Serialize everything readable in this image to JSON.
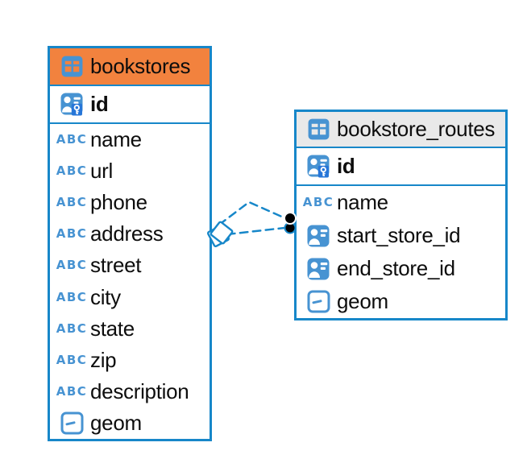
{
  "colors": {
    "accent": "#1787C9",
    "icon_blue": "#4793D2",
    "key_badge_blue": "#2776D8",
    "text": "#0d0d0d",
    "canvas_bg": "#ffffff",
    "marker_black": "#000000"
  },
  "icons": {
    "text_type_label": "ABC"
  },
  "tables": [
    {
      "name": "bookstores",
      "header_bg": "#F2823E",
      "columns": [
        {
          "name": "id",
          "type": "primary-key",
          "section": "key",
          "bold": true
        },
        {
          "name": "name",
          "type": "text"
        },
        {
          "name": "url",
          "type": "text"
        },
        {
          "name": "phone",
          "type": "text"
        },
        {
          "name": "address",
          "type": "text"
        },
        {
          "name": "street",
          "type": "text"
        },
        {
          "name": "city",
          "type": "text"
        },
        {
          "name": "state",
          "type": "text"
        },
        {
          "name": "zip",
          "type": "text"
        },
        {
          "name": "description",
          "type": "text"
        },
        {
          "name": "geom",
          "type": "geometry"
        }
      ]
    },
    {
      "name": "bookstore_routes",
      "header_bg": "#E9E9E9",
      "columns": [
        {
          "name": "id",
          "type": "primary-key",
          "section": "key",
          "bold": true
        },
        {
          "name": "name",
          "type": "text"
        },
        {
          "name": "start_store_id",
          "type": "foreign-key"
        },
        {
          "name": "end_store_id",
          "type": "foreign-key"
        },
        {
          "name": "geom",
          "type": "geometry"
        }
      ]
    }
  ],
  "relationships": [
    {
      "source_table": "bookstores",
      "target_table": "bookstore_routes",
      "style": "dashed"
    },
    {
      "source_table": "bookstores",
      "target_table": "bookstore_routes",
      "style": "dashed"
    }
  ]
}
